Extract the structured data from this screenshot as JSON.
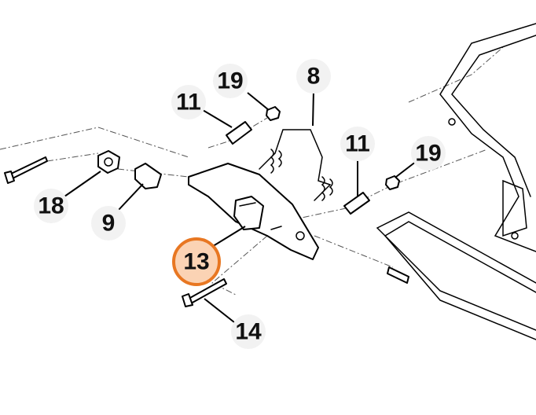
{
  "diagram": {
    "highlight_color": "#e87722",
    "highlight_fill": "#fbd3b4",
    "callouts": [
      {
        "id": "19a",
        "label": "19"
      },
      {
        "id": "8",
        "label": "8"
      },
      {
        "id": "11a",
        "label": "11"
      },
      {
        "id": "11b",
        "label": "11"
      },
      {
        "id": "19b",
        "label": "19"
      },
      {
        "id": "18",
        "label": "18"
      },
      {
        "id": "9",
        "label": "9"
      },
      {
        "id": "13",
        "label": "13",
        "highlighted": true
      },
      {
        "id": "14",
        "label": "14"
      }
    ]
  }
}
